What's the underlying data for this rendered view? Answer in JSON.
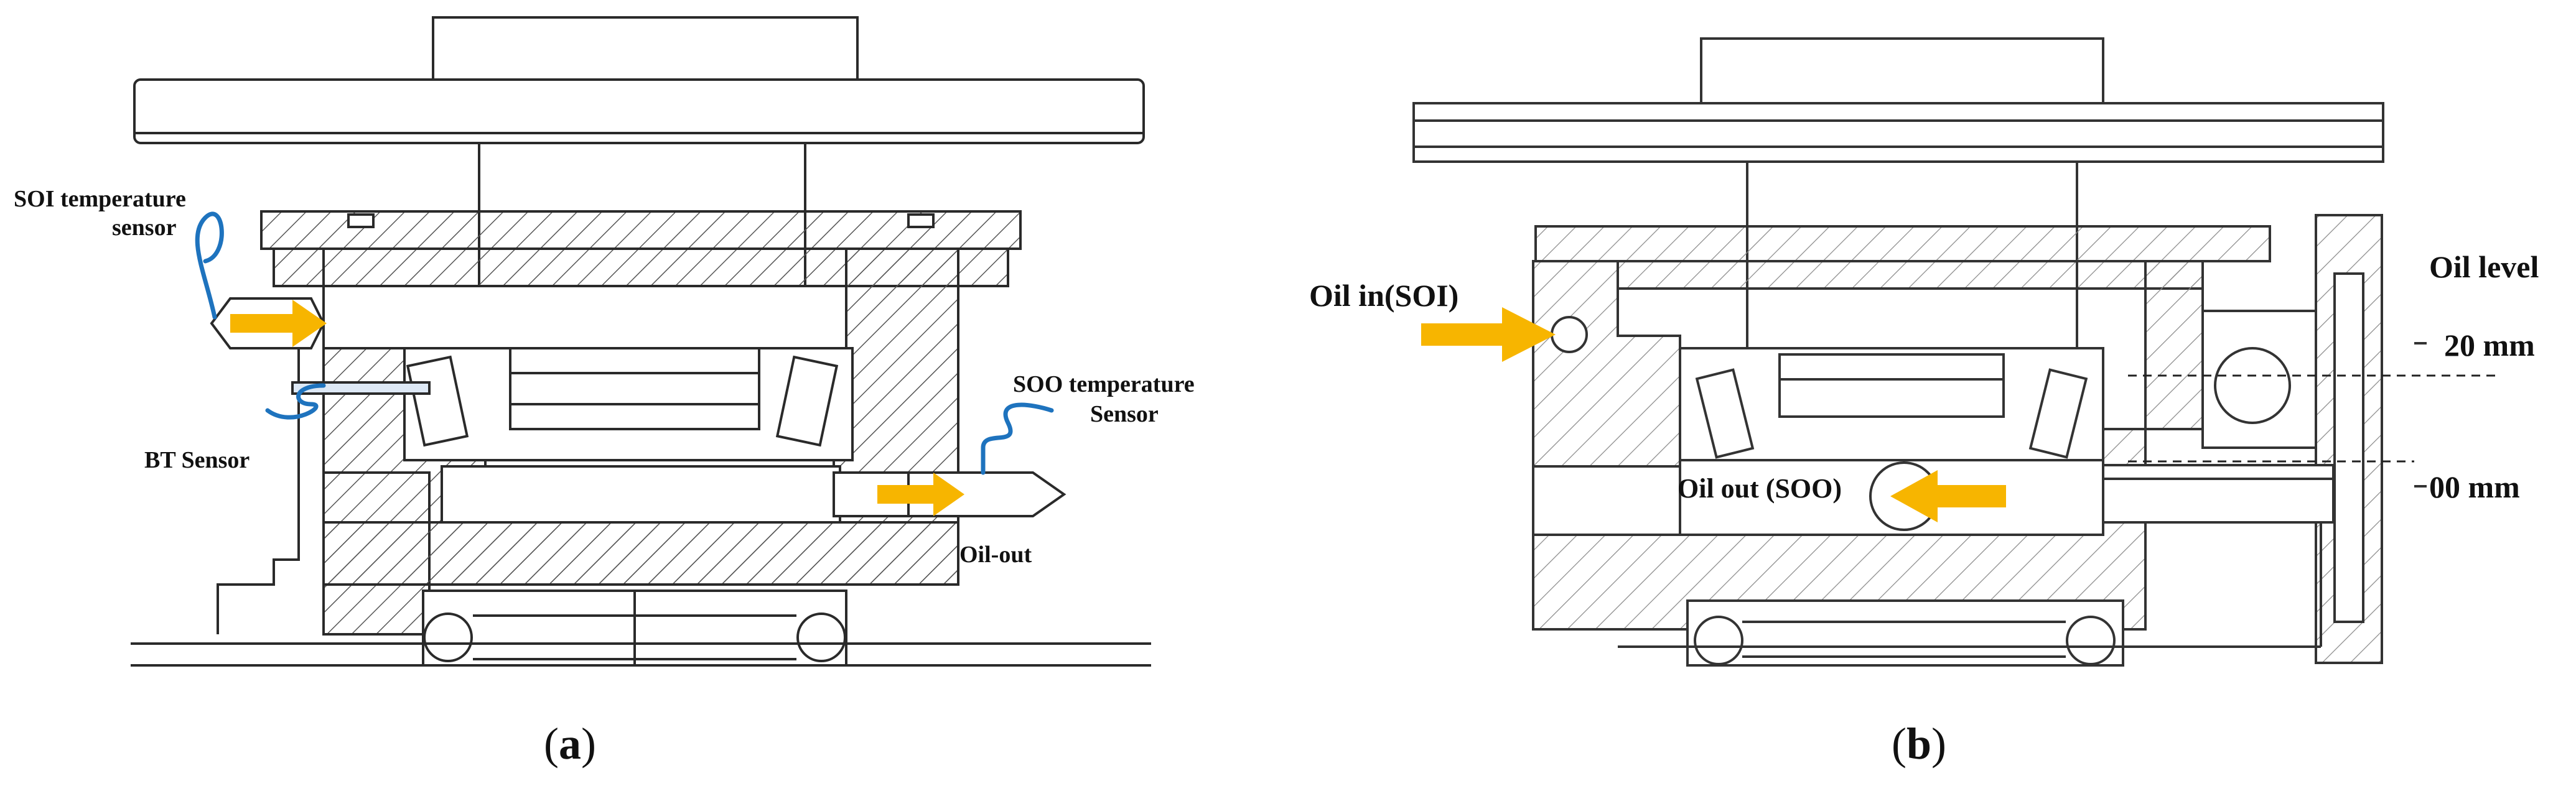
{
  "figure": {
    "panel_a": {
      "caption_open": "(",
      "caption_letter": "a",
      "caption_close": ")",
      "labels": {
        "soi_sensor_line1": "SOI temperature",
        "soi_sensor_line2": "sensor",
        "bt_sensor": "BT Sensor",
        "soo_sensor_line1": "SOO temperature",
        "soo_sensor_line2": "Sensor",
        "oil_out": "Oil-out"
      }
    },
    "panel_b": {
      "caption_open": "(",
      "caption_letter": "b",
      "caption_close": ")",
      "labels": {
        "oil_in": "Oil in(SOI)",
        "oil_out": "Oil out (SOO)",
        "oil_level": "Oil level",
        "level_20": "20 mm",
        "level_00": "00 mm"
      }
    },
    "colors": {
      "arrow": "#F7B500",
      "sensor_wire": "#1E73BE",
      "line": "#2a2a2a",
      "hatch": "#555555"
    }
  }
}
